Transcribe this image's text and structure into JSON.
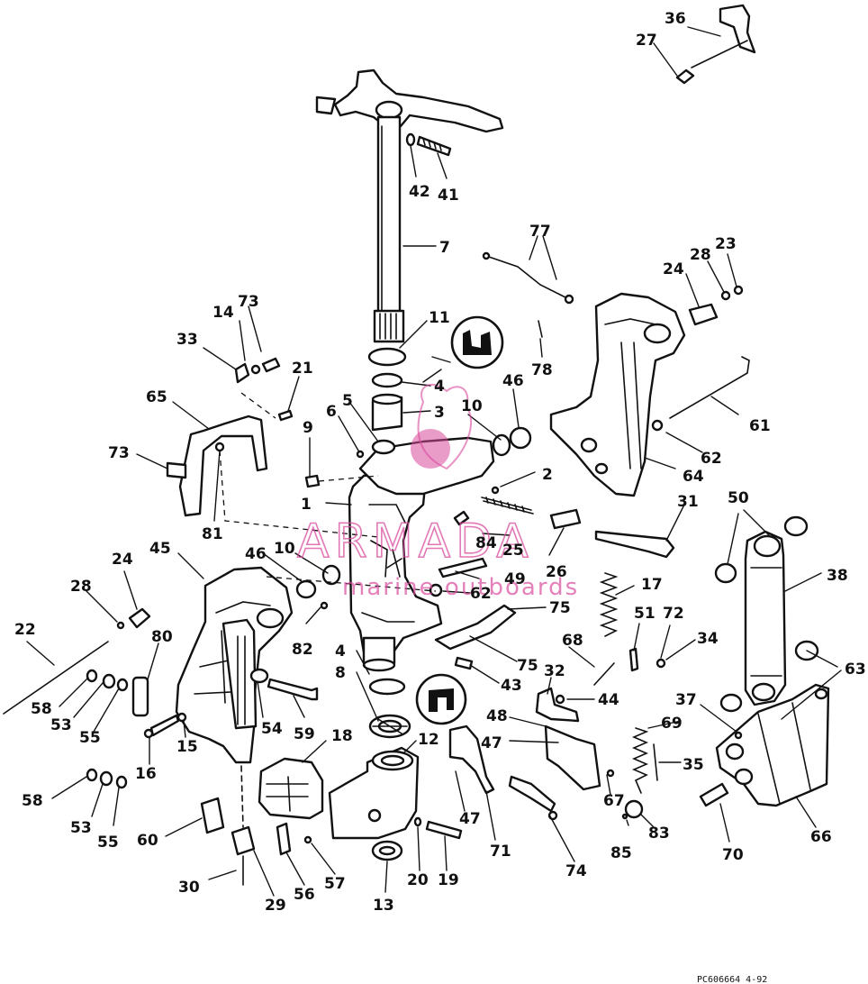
{
  "watermark": {
    "brand": "ARMADA",
    "tagline": "marine outboards",
    "color": "#d94b9d"
  },
  "footer_code": "PC606664  4-92",
  "callouts": {
    "n1": "1",
    "n2": "2",
    "n3": "3",
    "n4a": "4",
    "n4b": "4",
    "n5": "5",
    "n6": "6",
    "n7": "7",
    "n8": "8",
    "n9": "9",
    "n10a": "10",
    "n10b": "10",
    "n11": "11",
    "n12": "12",
    "n13": "13",
    "n14": "14",
    "n15": "15",
    "n16": "16",
    "n17": "17",
    "n18": "18",
    "n19": "19",
    "n20": "20",
    "n21": "21",
    "n22": "22",
    "n23": "23",
    "n24a": "24",
    "n24b": "24",
    "n25": "25",
    "n26": "26",
    "n27": "27",
    "n28a": "28",
    "n28b": "28",
    "n29": "29",
    "n30": "30",
    "n31": "31",
    "n32": "32",
    "n33": "33",
    "n34": "34",
    "n35": "35",
    "n36": "36",
    "n37": "37",
    "n38": "38",
    "n41": "41",
    "n42": "42",
    "n43": "43",
    "n44": "44",
    "n45": "45",
    "n46a": "46",
    "n46b": "46",
    "n47a": "47",
    "n47b": "47",
    "n48": "48",
    "n49": "49",
    "n50": "50",
    "n51": "51",
    "n53a": "53",
    "n53b": "53",
    "n54": "54",
    "n55a": "55",
    "n55b": "55",
    "n56": "56",
    "n57": "57",
    "n58a": "58",
    "n58b": "58",
    "n59": "59",
    "n60": "60",
    "n61": "61",
    "n62a": "62",
    "n62b": "62",
    "n63": "63",
    "n64": "64",
    "n65": "65",
    "n66": "66",
    "n67": "67",
    "n68": "68",
    "n69": "69",
    "n70": "70",
    "n71": "71",
    "n72": "72",
    "n73a": "73",
    "n73b": "73",
    "n74": "74",
    "n75a": "75",
    "n75b": "75",
    "n77": "77",
    "n78": "78",
    "n80": "80",
    "n81": "81",
    "n82": "82",
    "n83": "83",
    "n84": "84",
    "n85": "85"
  },
  "icons": {
    "seal_upper": "seal-profile-icon",
    "seal_lower": "seal-profile-icon"
  }
}
